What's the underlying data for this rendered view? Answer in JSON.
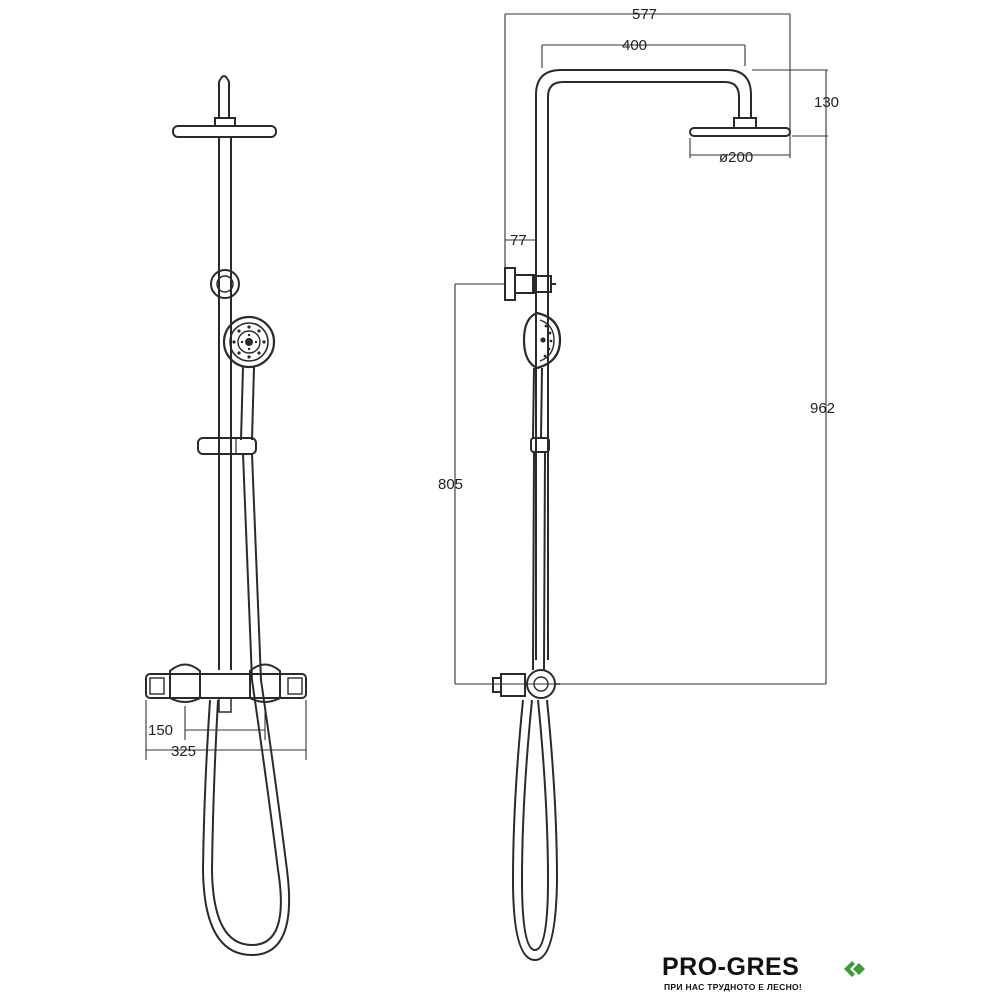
{
  "front_view": {
    "dimensions": {
      "valve_spacing": "150",
      "mixer_width": "325"
    }
  },
  "side_view": {
    "dimensions": {
      "arm_reach_total": "577",
      "arm_reach_to_head": "400",
      "head_height": "130",
      "head_diameter": "ø200",
      "wall_offset": "77",
      "bracket_to_mixer": "805",
      "total_height": "962"
    }
  },
  "brand": {
    "name": "PRO-GRES",
    "tagline": "ПРИ НАС ТРУДНОТО Е ЛЕСНО!",
    "logo_icon": "double-diamond-arrow-icon",
    "accent_color": "#3f9b3a"
  }
}
